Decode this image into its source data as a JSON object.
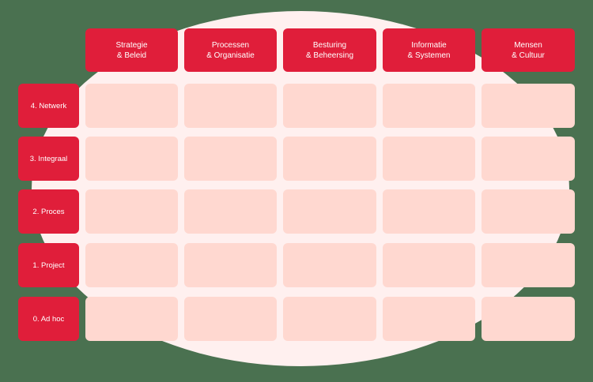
{
  "columns": [
    {
      "line1": "Strategie",
      "line2": "& Beleid"
    },
    {
      "line1": "Processen",
      "line2": "& Organisatie"
    },
    {
      "line1": "Besturing",
      "line2": "& Beheersing"
    },
    {
      "line1": "Informatie",
      "line2": "& Systemen"
    },
    {
      "line1": "Mensen",
      "line2": "& Cultuur"
    }
  ],
  "rows": [
    {
      "label": "4. Netwerk"
    },
    {
      "label": "3. Integraal"
    },
    {
      "label": "2. Proces"
    },
    {
      "label": "1. Project"
    },
    {
      "label": "0. Ad hoc"
    }
  ],
  "colors": {
    "accent": "#e01e3a",
    "cell": "#ffd8d0",
    "blob": "#fff0ef",
    "background": "#4a7150"
  }
}
